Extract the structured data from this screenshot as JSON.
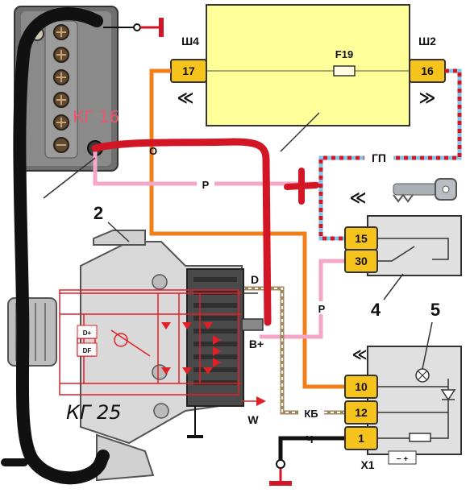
{
  "fuse_block": {
    "fuse_label": "F19",
    "left_connector": "Ш4",
    "right_connector": "Ш2",
    "left_pin": "17",
    "right_pin": "16"
  },
  "wires": {
    "orange": "О",
    "pink": "Р",
    "gray_blue": "ГП",
    "pink2": "Р",
    "brown_white": "КБ",
    "black": "Ч"
  },
  "alternator": {
    "number": "2",
    "terminal_d": "D",
    "terminal_bplus": "B+",
    "terminal_w": "W",
    "regulator_dplus": "D+",
    "regulator_df": "DF"
  },
  "relay": {
    "number": "4",
    "pin_top": "15",
    "pin_bottom": "30"
  },
  "cluster": {
    "number": "5",
    "connector": "X1",
    "pins": [
      "10",
      "12",
      "1"
    ]
  },
  "handwritten": {
    "top": "КГ 16",
    "bottom": "КГ 25"
  },
  "colors": {
    "orange_wire": "#f07f1a",
    "pink_wire": "#f4a6c8",
    "red_cable": "#d31626",
    "fuse_fill": "#ffff99",
    "connector_fill": "#f6c21c",
    "circuit_red": "#e21e26"
  }
}
